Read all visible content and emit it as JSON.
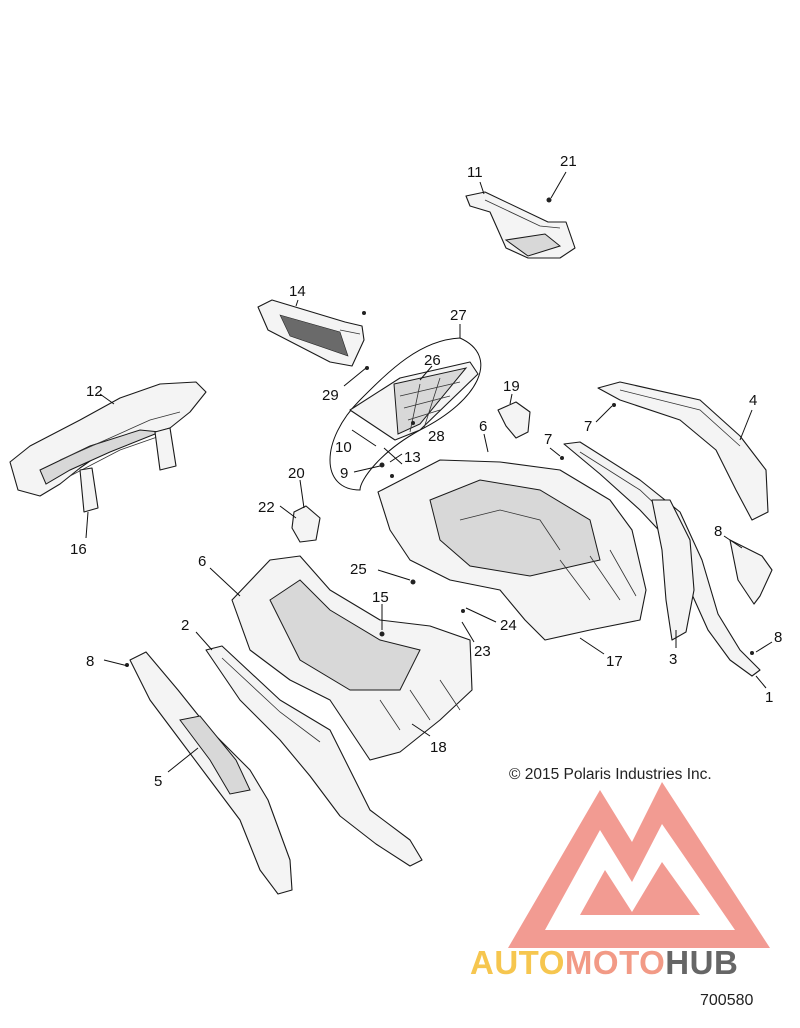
{
  "copyright": "© 2015 Polaris Industries Inc.",
  "diagram_number": "700580",
  "watermark": {
    "part1": "AUTO",
    "part2": "MOTO",
    "part3": "HUB",
    "colors": {
      "yellow": "#f6c64f",
      "salmon": "#f29a86",
      "gray": "#666666",
      "triangle": "#f08a80"
    }
  },
  "callouts": {
    "c1": "1",
    "c2": "2",
    "c3": "3",
    "c4": "4",
    "c5": "5",
    "c6a": "6",
    "c6b": "6",
    "c7a": "7",
    "c7b": "7",
    "c8a": "8",
    "c8b": "8",
    "c8c": "8",
    "c9": "9",
    "c10": "10",
    "c11": "11",
    "c12": "12",
    "c13": "13",
    "c14": "14",
    "c15": "15",
    "c16": "16",
    "c17": "17",
    "c18": "18",
    "c19": "19",
    "c20": "20",
    "c21": "21",
    "c22": "22",
    "c23": "23",
    "c24": "24",
    "c25": "25",
    "c26": "26",
    "c27": "27",
    "c28": "28",
    "c29": "29"
  }
}
